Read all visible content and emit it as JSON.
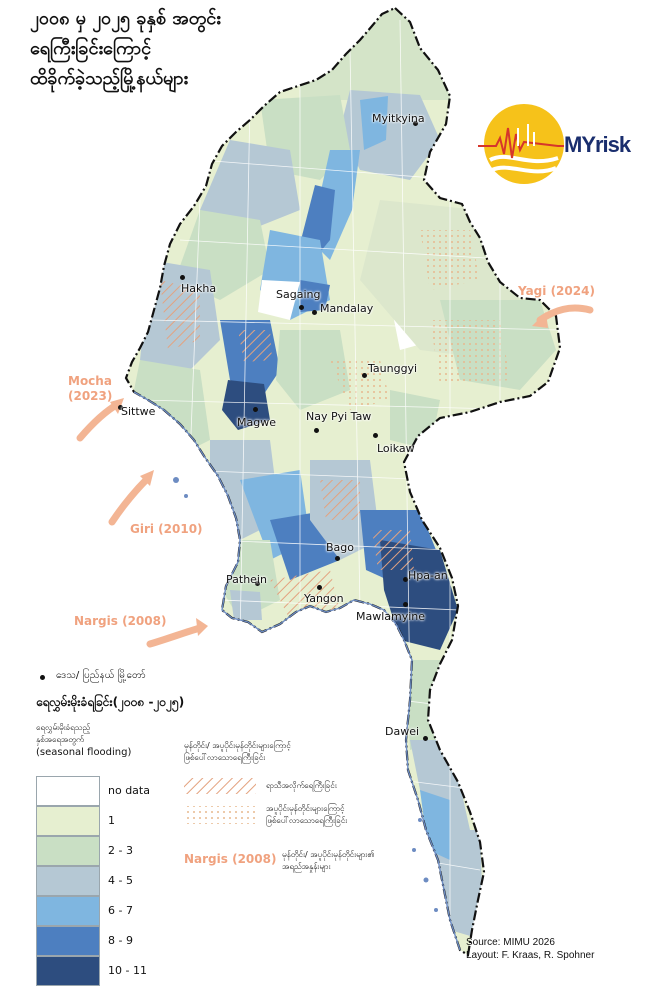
{
  "title": {
    "lines": [
      "၂၀၀၈ မှ ၂၀၂၅ ခုနှစ် အတွင်း",
      "ရေကြီးခြင်းကြောင့်",
      "ထိခိုက်ခဲ့သည့်မြို့နယ်များ"
    ]
  },
  "logo": {
    "text": "MYrisk",
    "colors": {
      "sun": "#f6c21a",
      "text": "#1a2e6e",
      "pulse": "#d6362b"
    }
  },
  "cities": [
    {
      "name": "Myitkyina",
      "label_side": "right"
    },
    {
      "name": "Hakha",
      "label_side": "right"
    },
    {
      "name": "Sagaing",
      "label_side": "above"
    },
    {
      "name": "Mandalay",
      "label_side": "right"
    },
    {
      "name": "Taunggyi",
      "label_side": "right"
    },
    {
      "name": "Nay Pyi Taw",
      "label_side": "above"
    },
    {
      "name": "Magwe",
      "label_side": "below"
    },
    {
      "name": "Sittwe",
      "label_side": "right"
    },
    {
      "name": "Loikaw",
      "label_side": "right"
    },
    {
      "name": "Bago",
      "label_side": "above"
    },
    {
      "name": "Hpa-an",
      "label_side": "right"
    },
    {
      "name": "Pathein",
      "label_side": "above"
    },
    {
      "name": "Yangon",
      "label_side": "below"
    },
    {
      "name": "Mawlamyine",
      "label_side": "below"
    },
    {
      "name": "Dawei",
      "label_side": "above"
    }
  ],
  "cyclones": [
    {
      "name": "Yagi (2024)"
    },
    {
      "name": "Mocha\n(2023)",
      "line1": "Mocha",
      "line2": "(2023)"
    },
    {
      "name": "Giri (2010)"
    },
    {
      "name": "Nargis (2008)"
    }
  ],
  "legend": {
    "capital_label": "ဒေသ/ ပြည်နယ် မြို့တော်",
    "title": "ရေလွှမ်းမိုးခံရခြင်း(၂၀၀၈ -၂၀၂၅)",
    "subtitle_1": "ရေလွှမ်းမိုးခံရသည့်",
    "subtitle_2": "နှစ်အရေအတွက်",
    "subtitle_3": "(seasonal flooding)",
    "classes": [
      {
        "label": "no data",
        "color": "#ffffff"
      },
      {
        "label": "1",
        "color": "#e6efd0"
      },
      {
        "label": "2 - 3",
        "color": "#c9dfc4"
      },
      {
        "label": "4 - 5",
        "color": "#b5c8d4"
      },
      {
        "label": "6 - 7",
        "color": "#7fb6e0"
      },
      {
        "label": "8 - 9",
        "color": "#4d7fc0"
      },
      {
        "label": "10 - 11",
        "color": "#2d4d7f"
      }
    ],
    "cyclone_header_1": "မုန်တိုင်း/ အပူပိုင်းမုန်တိုင်းများကြောင့်",
    "cyclone_header_2": "ဖြစ်ပေါ်လာသောရေကြီးခြင်း",
    "hatch_label": "ရာသီအလိုက်ရေကြီးခြင်း",
    "dots_label_1": "အပူပိုင်းမုန်တိုင်းများကြောင့်",
    "dots_label_2": "ဖြစ်ပေါ်လာသောရေကြီးခြင်း",
    "nargis_example": "Nargis (2008)",
    "track_label_1": "မုန်တိုင်း/ အပူပိုင်းမုန်တိုင်းများ၏",
    "track_label_2": "အရည်အနှုန်းများ"
  },
  "source": {
    "line1": "Source: MIMU 2026",
    "line2": "Layout: F. Kraas, R. Spohner"
  },
  "colors": {
    "cyclone": "#f0a27f",
    "hatch": "#e3a27f",
    "dots": "#ecc8a8",
    "boundary": "#111111",
    "coast": "#6d8cc2"
  }
}
